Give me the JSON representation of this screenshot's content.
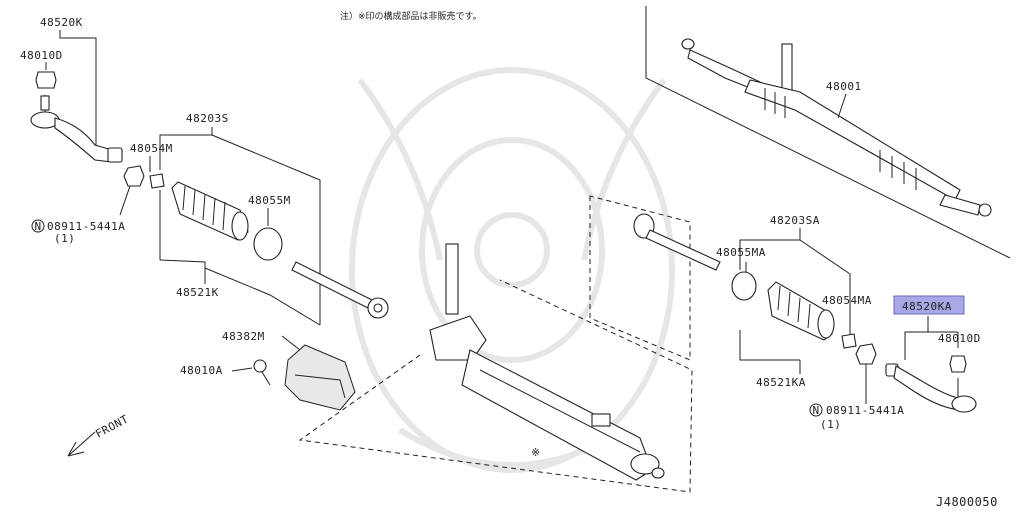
{
  "note": "注）※印の構成部品は非販売です。",
  "diagram_code": "J4800050",
  "front_label": "FRONT",
  "labels": {
    "p48520K": "48520K",
    "p48010D_left": "48010D",
    "p48054M": "48054M",
    "p48203S": "48203S",
    "p48055M": "48055M",
    "p08911_left": "08911-5441A",
    "qty_left": "(1)",
    "p48521K": "48521K",
    "p48382M": "48382M",
    "p48010A": "48010A",
    "p48001": "48001",
    "p48203SA": "48203SA",
    "p48055MA": "48055MA",
    "p48054MA": "48054MA",
    "p48520KA": "48520KA",
    "p48010D_right": "48010D",
    "p48521KA": "48521KA",
    "p08911_right": "08911-5441A",
    "qty_right": "(1)",
    "non_sale_mark": "※"
  },
  "circled_n": "N",
  "highlight_color": "#a8a8e6"
}
